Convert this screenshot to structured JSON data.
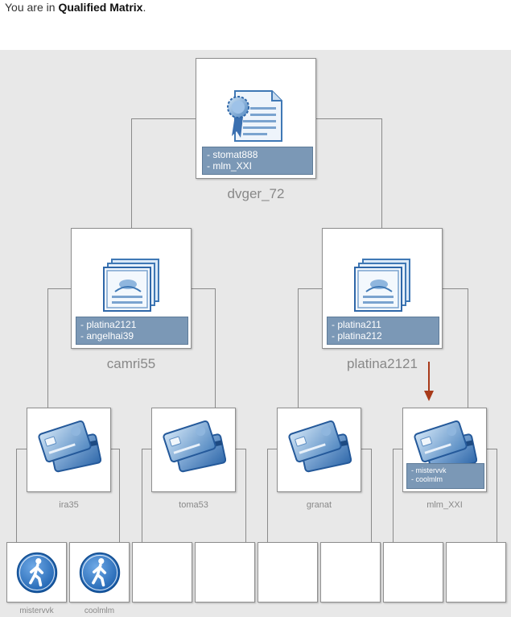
{
  "header": {
    "prefix": "You are in ",
    "matrix_name": "Qualified Matrix",
    "suffix": "."
  },
  "colors": {
    "background": "#e8e8e8",
    "info_box": "#7b98b6",
    "arrow": "#a83a1a",
    "label": "#888888"
  },
  "tree": {
    "root": {
      "name": "dvger_72",
      "icon": "certificate-icon",
      "members": [
        "- stomat888",
        "- mlm_XXI"
      ]
    },
    "level1": [
      {
        "name": "camri55",
        "icon": "documents-icon",
        "members": [
          "- platina2121",
          "- angelhai39"
        ]
      },
      {
        "name": "platina2121",
        "icon": "documents-icon",
        "members": [
          "- platina211",
          "- platina212"
        ]
      }
    ],
    "level2": [
      {
        "name": "ira35",
        "icon": "credit-cards-icon",
        "members": []
      },
      {
        "name": "toma53",
        "icon": "credit-cards-icon",
        "members": []
      },
      {
        "name": "granat",
        "icon": "credit-cards-icon",
        "members": []
      },
      {
        "name": "mlm_XXI",
        "icon": "credit-cards-icon",
        "members": [
          "- mistervvk",
          "- coolmlm"
        ],
        "current": true
      }
    ],
    "level3": [
      {
        "name": "mistervvk",
        "icon": "walking-person-icon"
      },
      {
        "name": "coolmlm",
        "icon": "walking-person-icon"
      },
      {
        "name": "",
        "icon": ""
      },
      {
        "name": "",
        "icon": ""
      },
      {
        "name": "",
        "icon": ""
      },
      {
        "name": "",
        "icon": ""
      },
      {
        "name": "",
        "icon": ""
      },
      {
        "name": "",
        "icon": ""
      }
    ]
  }
}
